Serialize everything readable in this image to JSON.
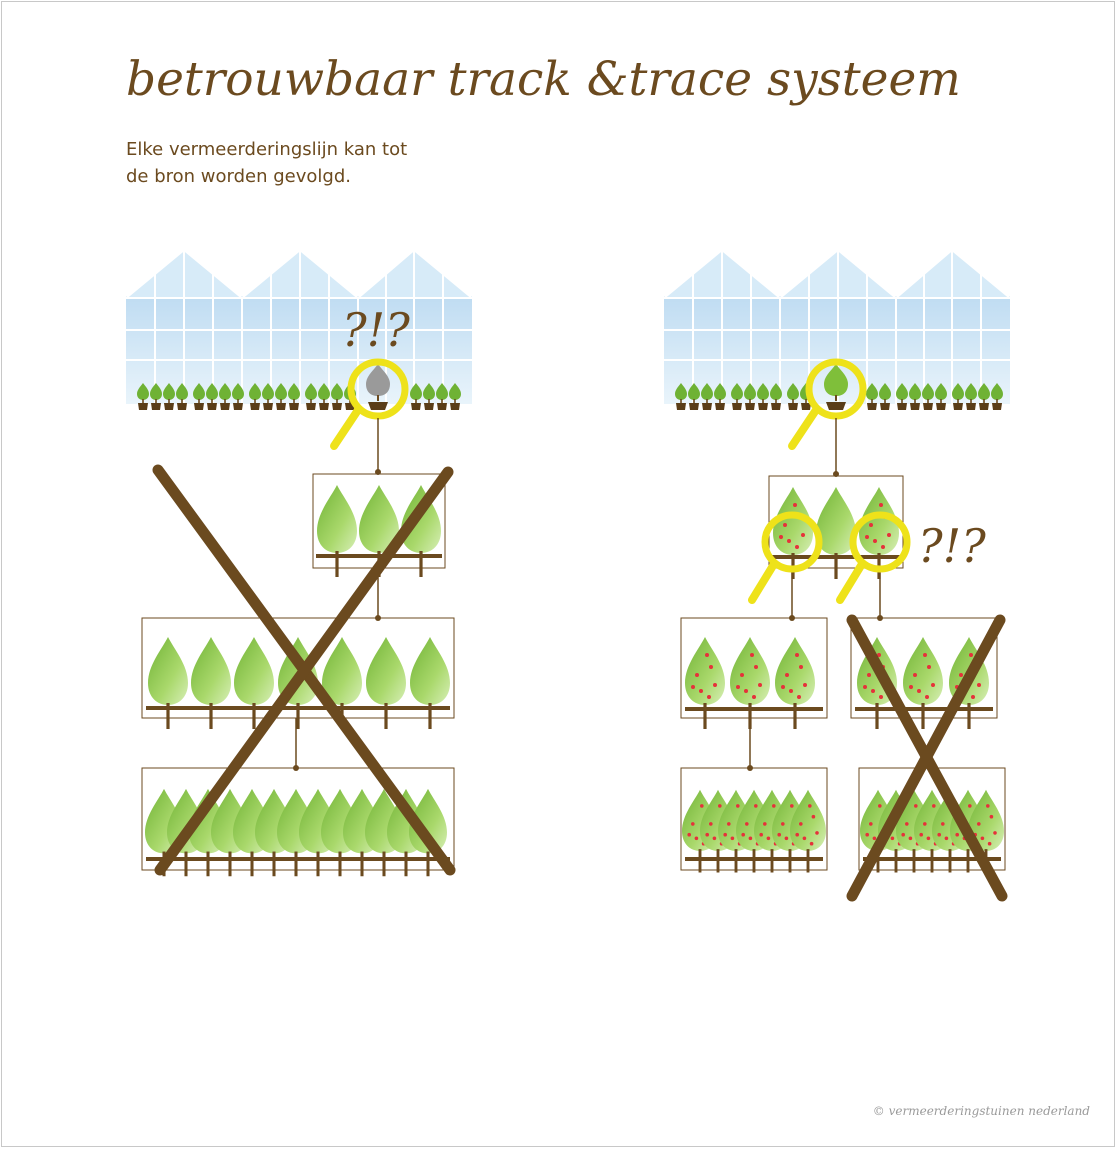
{
  "title": "betrouwbaar track &trace systeem",
  "subtitle": {
    "line1": "Elke vermeerderingslijn kan tot",
    "line2": "de bron worden gevolgd."
  },
  "left_diagram": {
    "question_mark": "?!?"
  },
  "right_diagram": {
    "question_mark": "?!?"
  },
  "copyright": "© vermeerderingstuinen nederland",
  "colors": {
    "brown": "#6b4a1f",
    "yellow": "#eee21a",
    "leaf_green": "#8cc63f",
    "greenhouse_blue": "#cfe6f5",
    "fruit_red": "#e5323a",
    "gray_tree": "#9a9a9a"
  },
  "icons": [
    "greenhouse-icon",
    "tree-icon",
    "magnifier-icon",
    "cross-icon",
    "potted-plant-icon"
  ]
}
